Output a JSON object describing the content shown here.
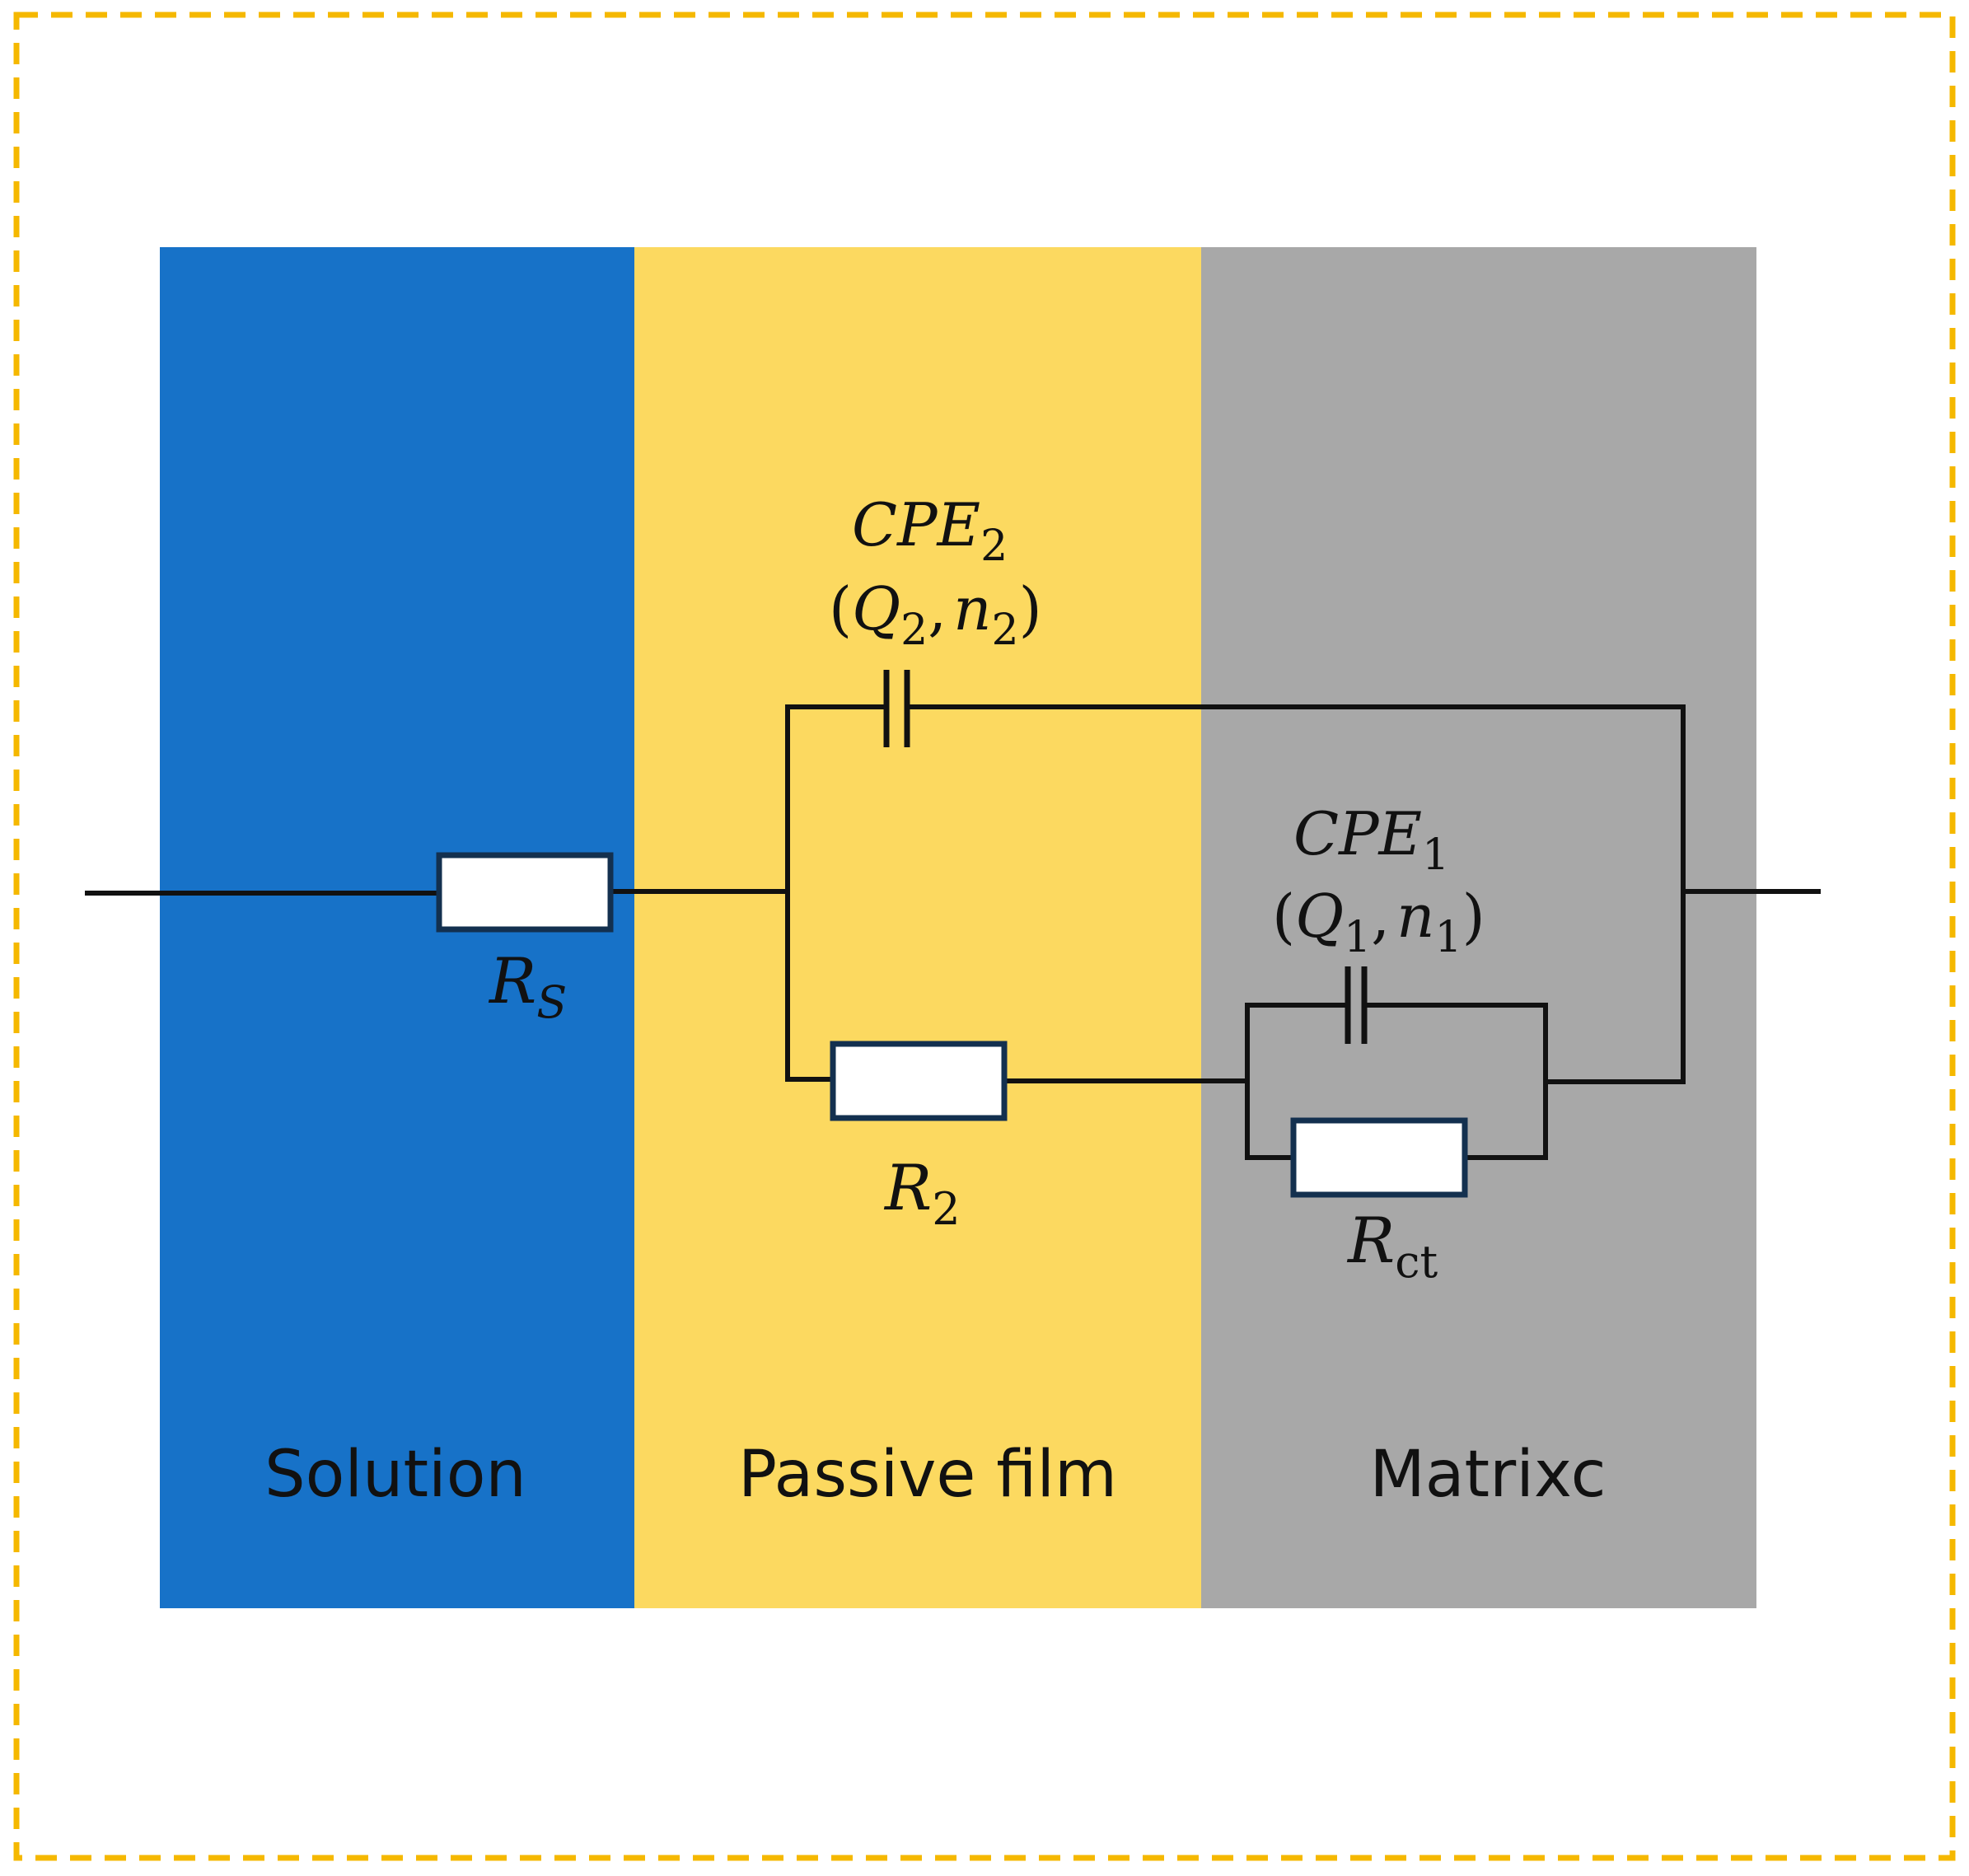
{
  "colors": {
    "frame": "#F5B800",
    "solution": "#1772C8",
    "passive_film": "#FCD960",
    "matrix": "#A8A8A8",
    "wire": "#111111",
    "resistor_fill": "#FFFFFF",
    "resistor_border": "#13304F"
  },
  "regions": {
    "solution": "Solution",
    "passive_film": "Passive film",
    "matrix": "Matrixc"
  },
  "components": {
    "rs": {
      "symbol": "R",
      "sub": "S"
    },
    "r2": {
      "symbol": "R",
      "sub": "2"
    },
    "rct": {
      "symbol": "R",
      "sub": "ct"
    },
    "cpe2": {
      "symbol": "CPE",
      "sub": "2",
      "open": "(",
      "q": "Q",
      "q_sub": "2",
      "comma": ",",
      "n": "n",
      "n_sub": "2",
      "close": ")"
    },
    "cpe1": {
      "symbol": "CPE",
      "sub": "1",
      "open": "(",
      "q": "Q",
      "q_sub": "1",
      "comma": ",",
      "n": "n",
      "n_sub": "1",
      "close": ")"
    }
  }
}
